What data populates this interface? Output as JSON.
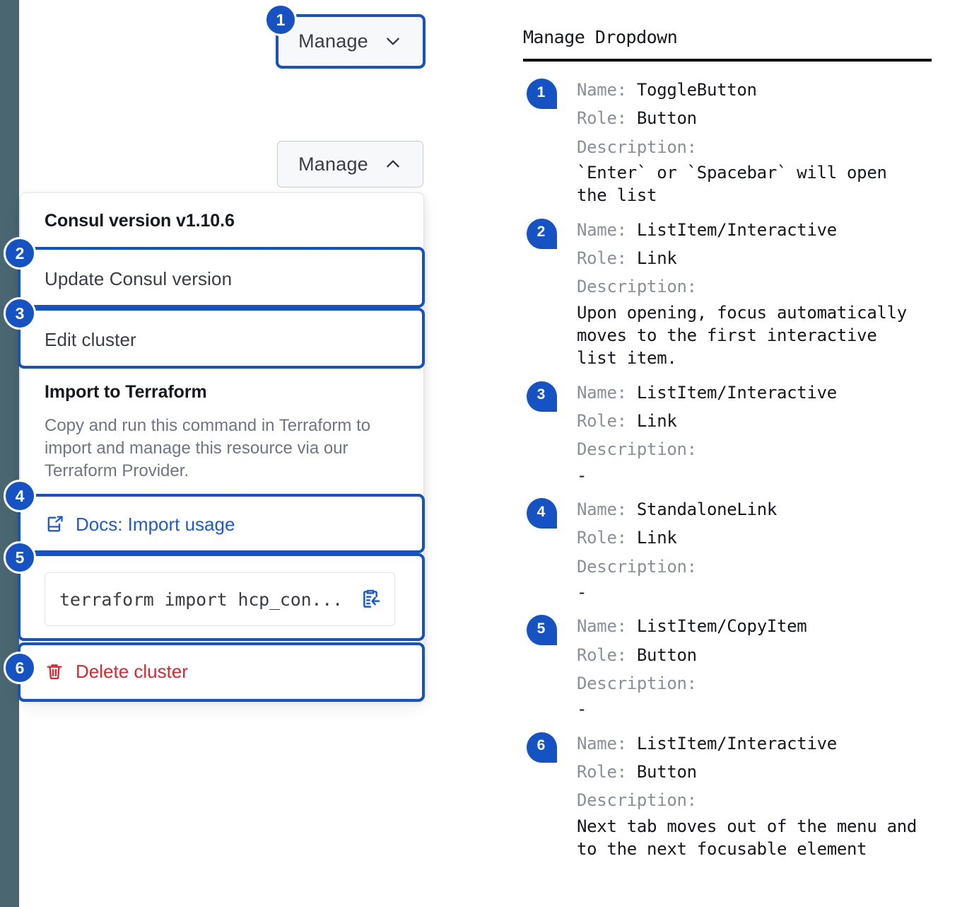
{
  "left": {
    "manage_button_collapsed": {
      "label": "Manage",
      "icon": "chevron-down-icon"
    },
    "manage_button_expanded": {
      "label": "Manage",
      "icon": "chevron-up-icon"
    },
    "dropdown": {
      "version_label": "Consul version v1.10.6",
      "update_item": "Update Consul version",
      "edit_item": "Edit cluster",
      "terraform_heading": "Import to Terraform",
      "terraform_description": "Copy and run this command in Terraform to import and manage this resource via our Terraform Provider.",
      "docs_link": "Docs: Import usage",
      "docs_icon": "docs-external-link-icon",
      "command_text": "terraform import hcp_con...",
      "copy_icon": "clipboard-copy-icon",
      "delete_item": "Delete cluster",
      "delete_icon": "trash-icon"
    },
    "callouts": [
      "1",
      "2",
      "3",
      "4",
      "5",
      "6"
    ]
  },
  "right": {
    "title": "Manage Dropdown",
    "labels": {
      "name": "Name:",
      "role": "Role:",
      "description": "Description:"
    },
    "entries": [
      {
        "number": "1",
        "name": "ToggleButton",
        "role": "Button",
        "description": "`Enter` or `Spacebar` will open\nthe list"
      },
      {
        "number": "2",
        "name": "ListItem/Interactive",
        "role": "Link",
        "description": "Upon opening, focus automatically\nmoves to the first interactive\nlist item."
      },
      {
        "number": "3",
        "name": "ListItem/Interactive",
        "role": "Link",
        "description": "-"
      },
      {
        "number": "4",
        "name": "StandaloneLink",
        "role": "Link",
        "description": "-"
      },
      {
        "number": "5",
        "name": "ListItem/CopyItem",
        "role": "Button",
        "description": "-"
      },
      {
        "number": "6",
        "name": "ListItem/Interactive",
        "role": "Button",
        "description": "Next tab moves out of the menu and\nto the next focusable element"
      }
    ]
  },
  "colors": {
    "accent_blue": "#1553c4",
    "link_blue": "#1c5bd8",
    "danger_red": "#d8292f",
    "rail": "#4a6670"
  }
}
